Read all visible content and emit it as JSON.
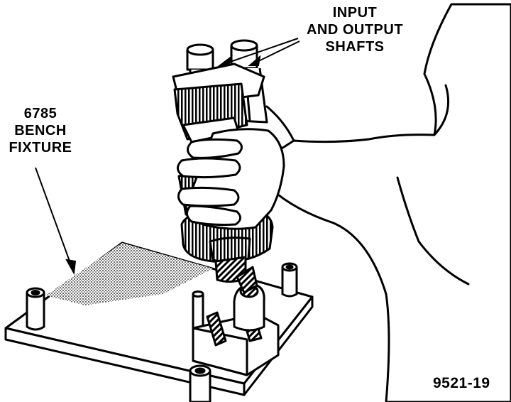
{
  "labels": {
    "shafts_line1": "INPUT",
    "shafts_line2": "AND OUTPUT",
    "shafts_line3": "SHAFTS",
    "fixture_line1": "6785",
    "fixture_line2": "BENCH",
    "fixture_line3": "FIXTURE",
    "figure_number": "9521-19"
  },
  "colors": {
    "ink": "#000000",
    "paper": "#ffffff",
    "shade": "#8a8a8a"
  }
}
